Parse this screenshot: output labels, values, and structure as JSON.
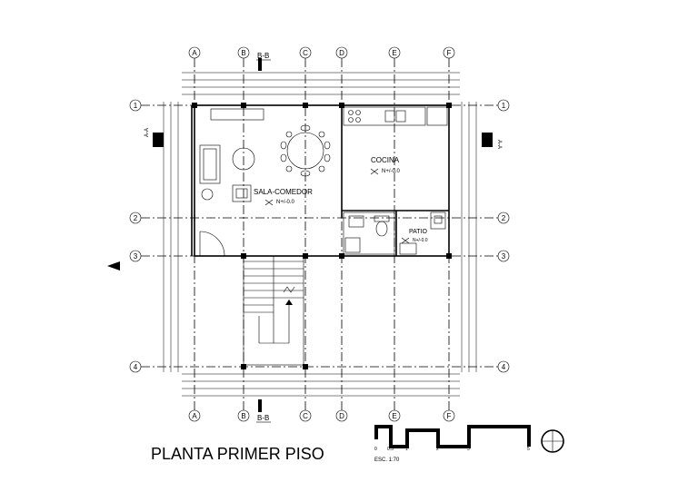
{
  "drawing": {
    "title": "PLANTA PRIMER  PISO",
    "scale_label": "ESC. 1:70",
    "scale_ticks": [
      "0",
      "0.5",
      "1",
      "2",
      "3",
      "5"
    ],
    "columns": [
      "A",
      "B",
      "C",
      "D",
      "E",
      "F"
    ],
    "rows": [
      "1",
      "2",
      "3",
      "4"
    ],
    "section_bb": "B-B",
    "section_aa": "A-A",
    "rooms": {
      "living": "SALA-COMEDOR",
      "kitchen": "COCINA",
      "patio": "PATIO",
      "level": "N+/-0.0"
    }
  }
}
